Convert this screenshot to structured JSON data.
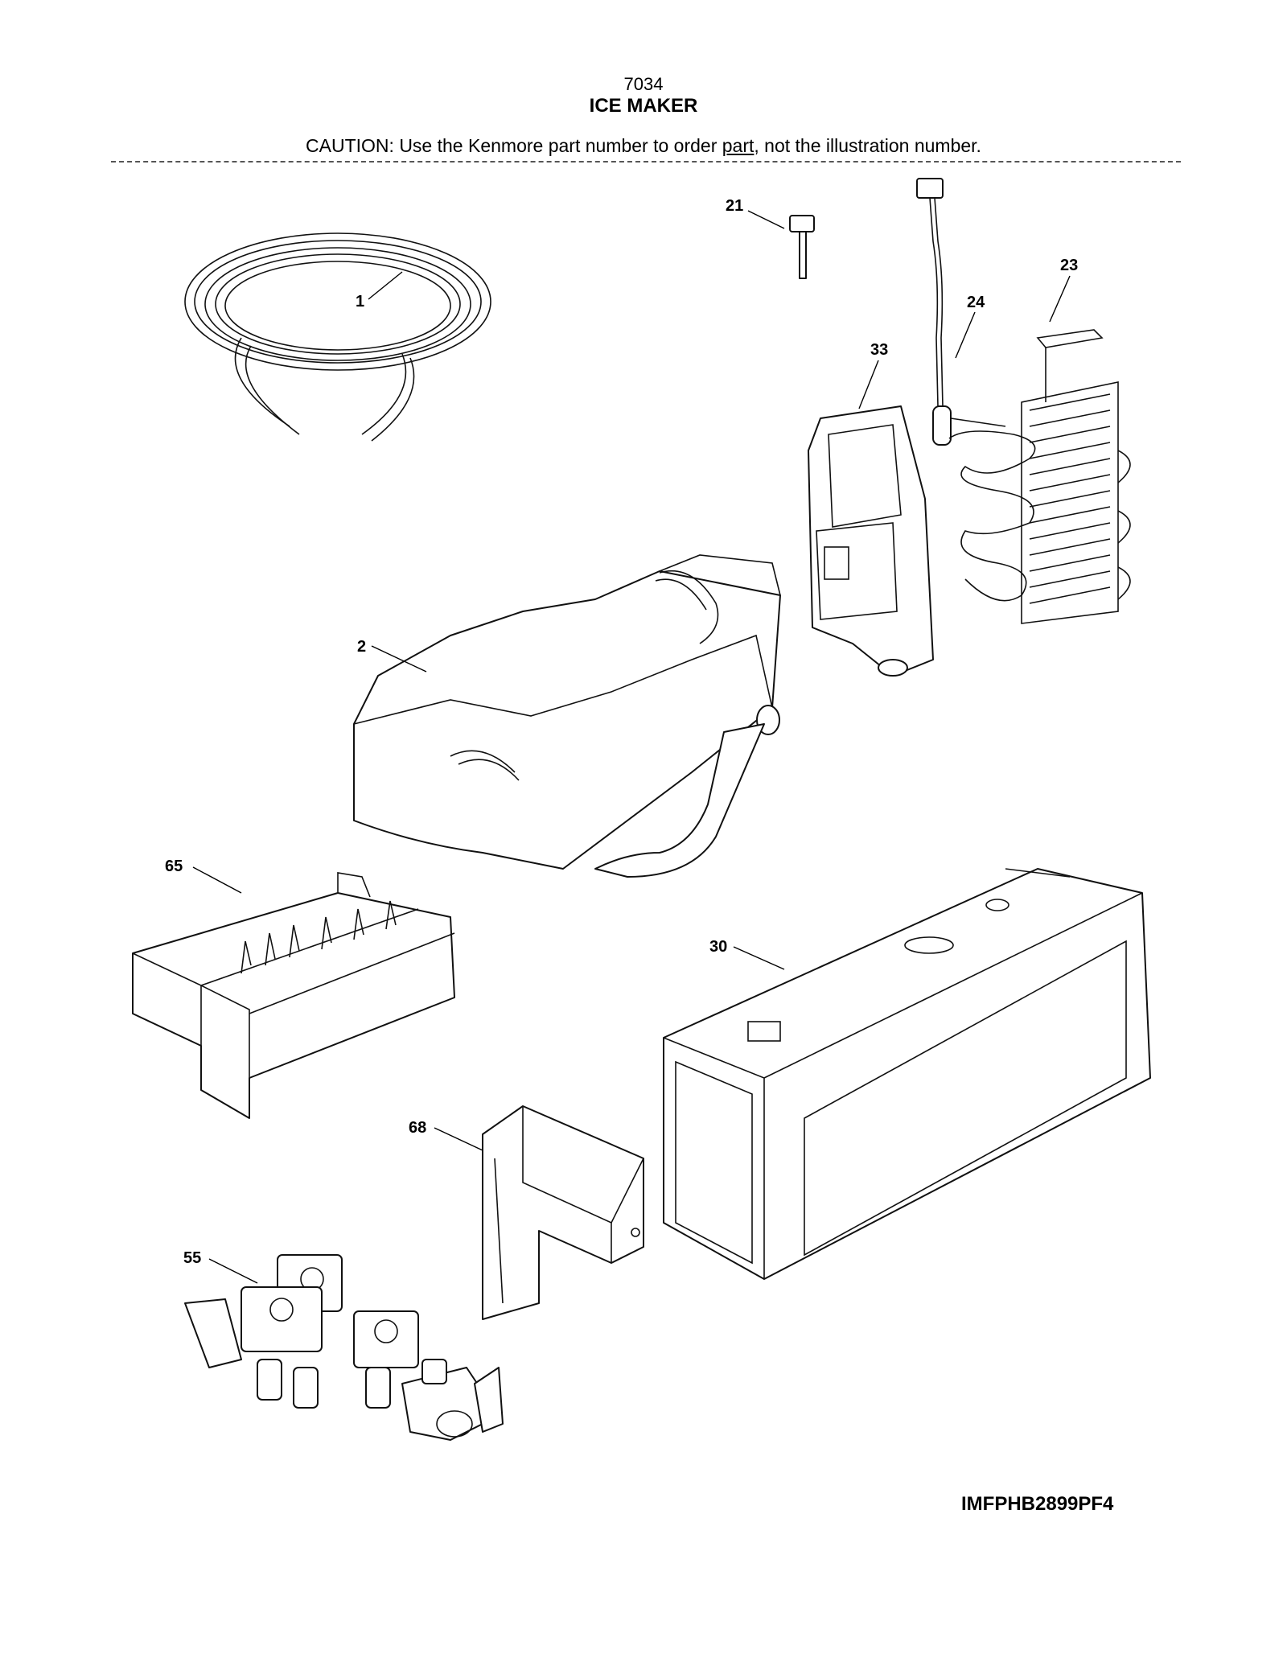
{
  "header": {
    "code": "7034",
    "title": "ICE MAKER",
    "caution_prefix": "CAUTION: Use the Kenmore part number to order ",
    "caution_underlined": "part",
    "caution_suffix": ", not the illustration number."
  },
  "callouts": {
    "c1": "1",
    "c2": "2",
    "c21": "21",
    "c23": "23",
    "c24": "24",
    "c30": "30",
    "c33": "33",
    "c55": "55",
    "c65": "65",
    "c68": "68"
  },
  "footer": {
    "model": "IMFPHB2899PF4"
  }
}
